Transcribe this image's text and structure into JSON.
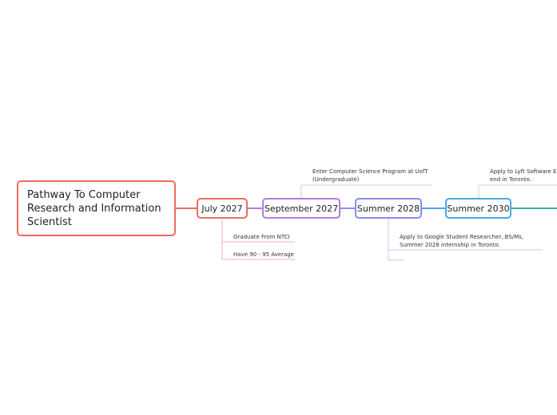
{
  "mindmap": {
    "root": {
      "label": "Pathway To Computer Research and Information Scientist",
      "color": "#ef6a63"
    },
    "nodes": [
      {
        "id": "july-2027",
        "label": "July 2027",
        "color": "#ef6a63"
      },
      {
        "id": "september-2027",
        "label": "September 2027",
        "color": "#b57be0"
      },
      {
        "id": "summer-2028",
        "label": "Summer 2028",
        "color": "#8a8cf0"
      },
      {
        "id": "summer-2030",
        "label": "Summer 2030",
        "color": "#4aa8e6"
      }
    ],
    "notes": [
      {
        "label": "Graduate From NTCI",
        "color": "#f6b4ad"
      },
      {
        "label": "Have 90 - 95 Average",
        "color": "#f6b4ad"
      },
      {
        "label": "Enter Computer Science Program at UofT (Undergraduate)",
        "color": "#dcc3f1"
      },
      {
        "label": "Apply to Google Student Researcher, BS/Ms, Summer 2028 internship in Toronto.",
        "color": "#c6c7f6"
      },
      {
        "label": "Apply to Lyft Software E end in Toronto.",
        "color": "#b5dbf5"
      }
    ],
    "offscreen_branch_color": "#2ab5a5"
  }
}
